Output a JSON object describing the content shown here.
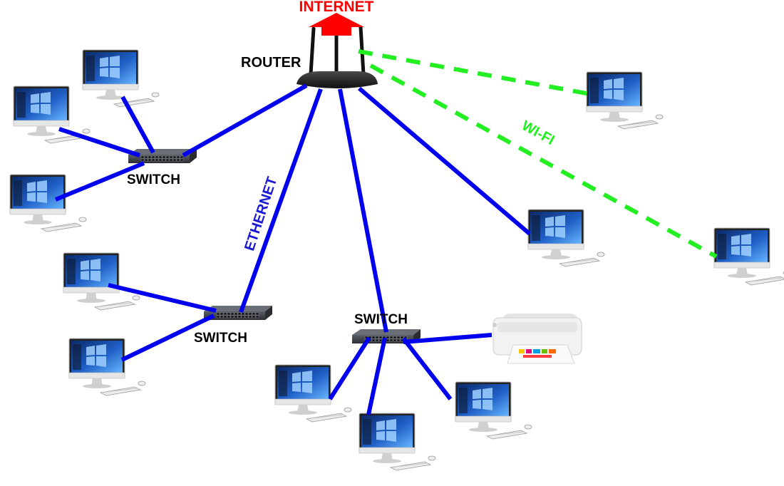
{
  "labels": {
    "internet": "INTERNET",
    "router": "ROUTER",
    "switch_left_top": "SWITCH",
    "switch_left_bottom": "SWITCH",
    "switch_bottom": "SWITCH",
    "ethernet": "ETHERNET",
    "wifi": "WI-FI"
  },
  "colors": {
    "internet_arrow": "#ff0000",
    "ethernet_cable": "#0000ee",
    "wifi_link": "#22ee22",
    "label_text": "#000000",
    "ethernet_label": "#1a1ad6"
  },
  "icons": {
    "router": "router-icon",
    "switch": "network-switch-icon",
    "computer": "desktop-computer-icon",
    "printer": "printer-icon",
    "internet": "up-arrow-icon"
  }
}
